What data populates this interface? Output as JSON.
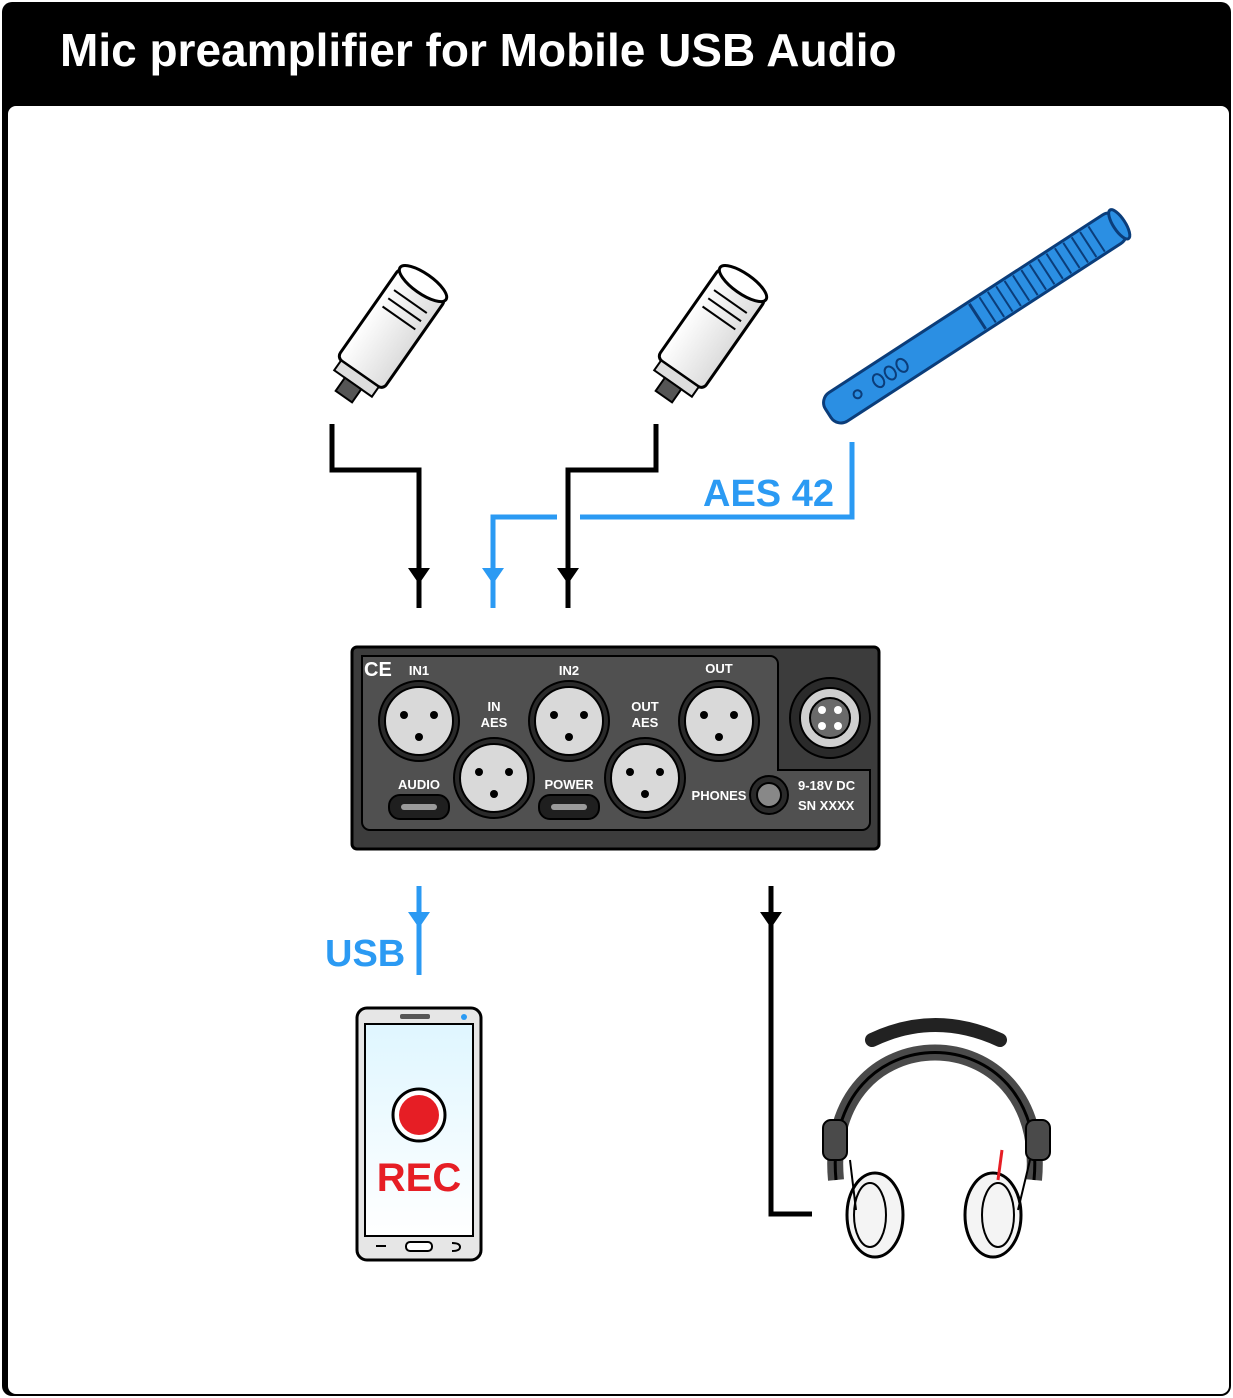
{
  "title": "Mic preamplifier for Mobile USB Audio",
  "colors": {
    "accent_blue": "#2b9af3",
    "line_black": "#000000",
    "rec_red": "#e61e25",
    "device_body": "#3a3a3a",
    "device_panel": "#4d4d4d"
  },
  "labels": {
    "aes42": "AES 42",
    "usb": "USB",
    "rec": "REC"
  },
  "device": {
    "ce_mark": "CE",
    "in1": "IN1",
    "in2": "IN2",
    "out": "OUT",
    "in_aes_1": "IN",
    "in_aes_2": "AES",
    "out_aes_1": "OUT",
    "out_aes_2": "AES",
    "audio": "AUDIO",
    "power": "POWER",
    "phones": "PHONES",
    "dc": "9-18V DC",
    "sn": "SN XXXX"
  }
}
